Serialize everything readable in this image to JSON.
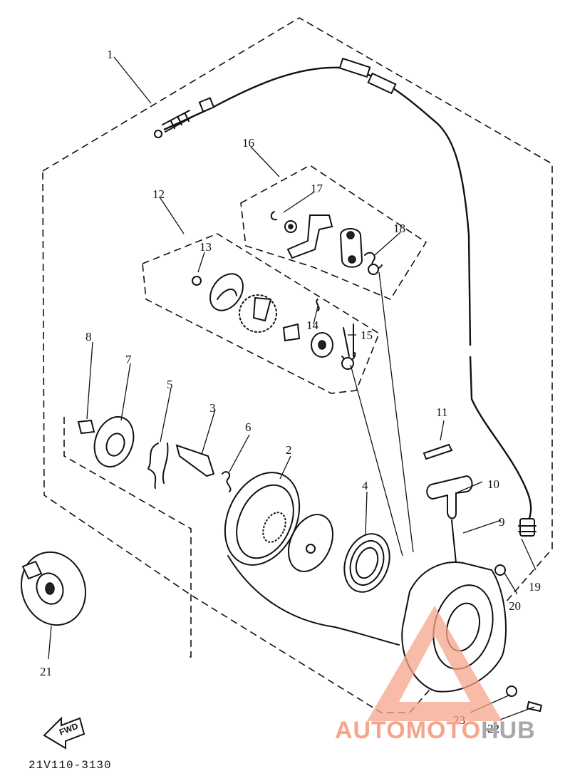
{
  "diagram": {
    "drawing_code": "21V110-3130",
    "fwd_label": "FWD",
    "watermark": {
      "part1": "AUTOMOTO",
      "part2": "HUB",
      "color1": "#f6a48a",
      "color2": "#a8a8a8"
    },
    "callouts": [
      "1",
      "2",
      "3",
      "4",
      "5",
      "6",
      "7",
      "8",
      "9",
      "10",
      "11",
      "12",
      "13",
      "14",
      "15",
      "16",
      "17",
      "18",
      "19",
      "20",
      "21",
      "22",
      "23"
    ]
  }
}
